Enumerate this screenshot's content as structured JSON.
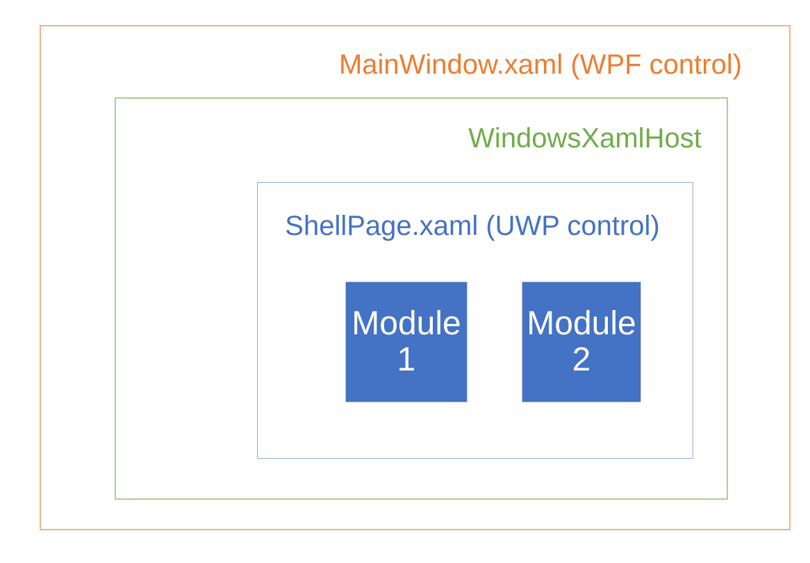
{
  "diagram": {
    "main_window": {
      "label": "MainWindow.xaml (WPF control)",
      "text_color": "#ED7D31",
      "border_color": "#F4B183"
    },
    "xaml_host": {
      "label": "WindowsXamlHost",
      "text_color": "#70AD47",
      "border_color": "#A9D18E"
    },
    "shell_page": {
      "label": "ShellPage.xaml (UWP control)",
      "text_color": "#4472C4",
      "border_color": "#8EAADB"
    },
    "modules": {
      "fill_color": "#4472C4",
      "border_color": "#C9C9C9",
      "text_color": "#FFFFFF",
      "items": [
        {
          "name": "Module",
          "number": "1"
        },
        {
          "name": "Module",
          "number": "2"
        }
      ]
    }
  }
}
